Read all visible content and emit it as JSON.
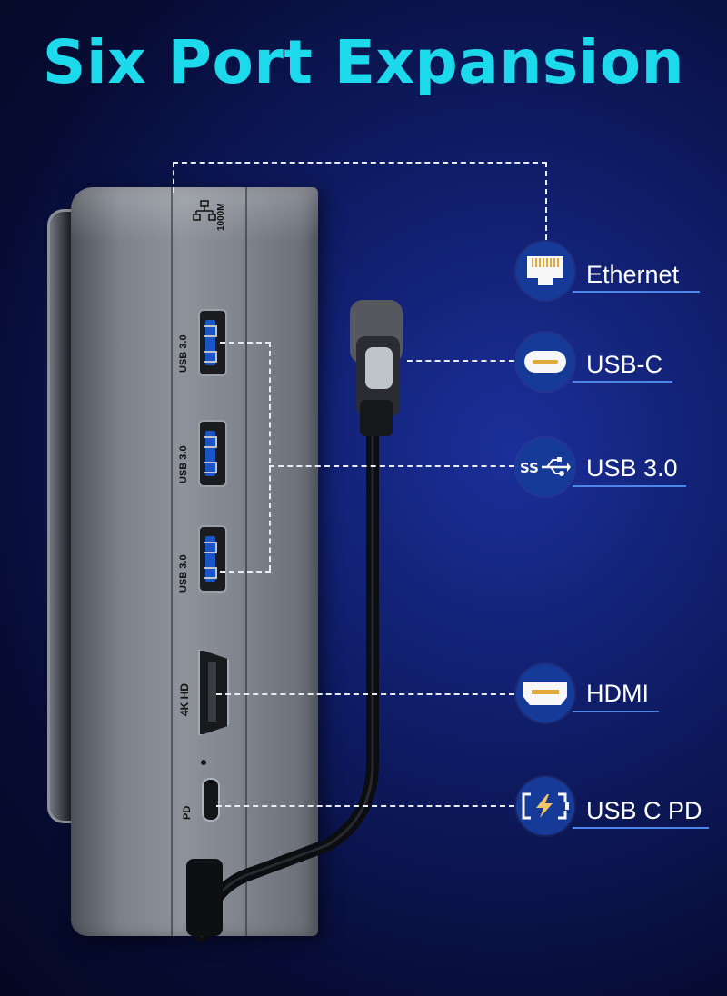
{
  "title": "Six Port Expansion",
  "hub": {
    "ethernet_label": "1000M",
    "usb_port_label": "USB 3.0",
    "hdmi_port_label": "4K HD",
    "pd_port_label": "PD"
  },
  "ports": [
    {
      "label": "Ethernet",
      "icon": "ethernet-port-icon"
    },
    {
      "label": "USB-C",
      "icon": "usb-c-icon"
    },
    {
      "label": "USB 3.0",
      "icon": "ss-usb-icon"
    },
    {
      "label": "HDMI",
      "icon": "hdmi-icon"
    },
    {
      "label": "USB C PD",
      "icon": "power-delivery-icon"
    }
  ],
  "colors": {
    "title": "#1cd9ec",
    "badge": "#163a98",
    "underline": "#4d86e8",
    "accent": "#f2c46a"
  }
}
